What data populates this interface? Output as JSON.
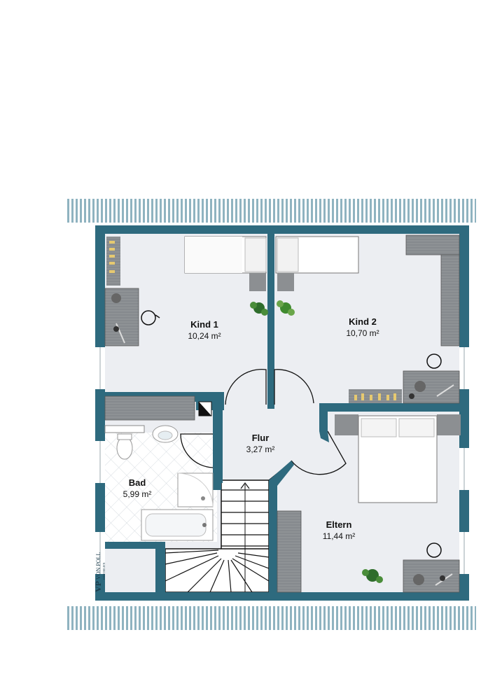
{
  "rooms": [
    {
      "name": "Kind 1",
      "area": "10,24 m²"
    },
    {
      "name": "Kind 2",
      "area": "10,70 m²"
    },
    {
      "name": "Flur",
      "area": "3,27 m²"
    },
    {
      "name": "Bad",
      "area": "5,99 m²"
    },
    {
      "name": "Eltern",
      "area": "11,44 m²"
    }
  ],
  "brand": {
    "mark": "VP",
    "name": "VON POLL",
    "sub": "IMMOBILIEN"
  },
  "colors": {
    "wall": "#2e6a7e",
    "floor": "#eceef2",
    "furniture": "#8c8f92",
    "roof_stripe": "#9fbdc8"
  }
}
